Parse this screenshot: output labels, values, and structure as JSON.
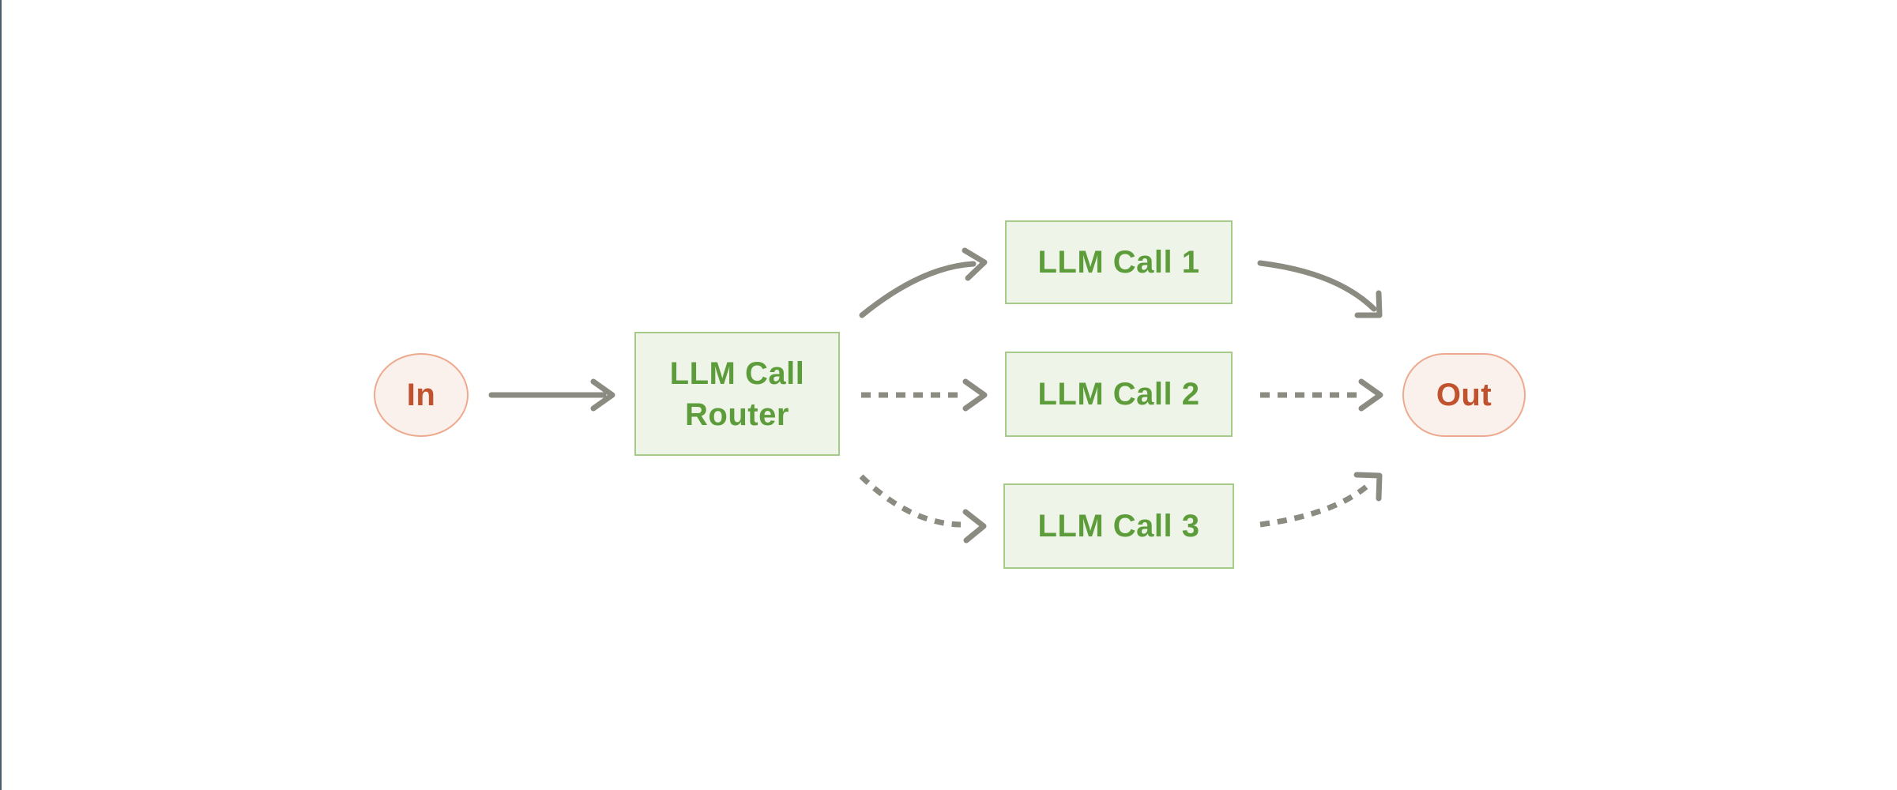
{
  "diagram": {
    "type": "flowchart-routing-workflow",
    "nodes": {
      "in": {
        "label": "In",
        "shape": "ellipse"
      },
      "router": {
        "label": "LLM Call Router",
        "line1": "LLM Call",
        "line2": "Router",
        "shape": "rectangle"
      },
      "call1": {
        "label": "LLM Call 1",
        "shape": "rectangle"
      },
      "call2": {
        "label": "LLM Call 2",
        "shape": "rectangle"
      },
      "call3": {
        "label": "LLM Call 3",
        "shape": "rectangle"
      },
      "out": {
        "label": "Out",
        "shape": "pill"
      }
    },
    "edges": [
      {
        "from": "in",
        "to": "router",
        "style": "solid",
        "head": "chevron"
      },
      {
        "from": "router",
        "to": "call1",
        "style": "solid",
        "head": "chevron"
      },
      {
        "from": "router",
        "to": "call2",
        "style": "dashed",
        "head": "chevron"
      },
      {
        "from": "router",
        "to": "call3",
        "style": "dashed",
        "head": "chevron"
      },
      {
        "from": "call1",
        "to": "out",
        "style": "solid",
        "head": "hook"
      },
      {
        "from": "call2",
        "to": "out",
        "style": "dashed",
        "head": "chevron"
      },
      {
        "from": "call3",
        "to": "out",
        "style": "dashed",
        "head": "hook"
      }
    ],
    "colors": {
      "background": "#ffffff",
      "left_edge_line": "#4a5f6b",
      "node_green_fill": "#eef4e7",
      "node_green_border": "#a6ca88",
      "node_green_text": "#5d9c3b",
      "node_pink_fill": "#fbf1ec",
      "node_pink_border": "#edaa8e",
      "node_pink_text": "#c0522e",
      "arrow": "#8c8b82"
    }
  }
}
